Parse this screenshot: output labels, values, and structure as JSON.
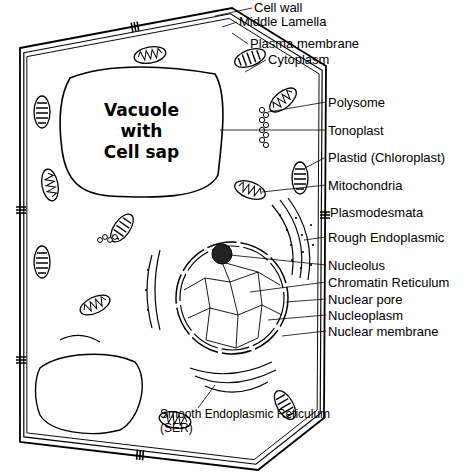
{
  "diagram": {
    "labels": [
      "Cell wall",
      "Middle Lamella",
      "Plasma membrane",
      "Cytoplasm",
      "Vacuole with Cell sap",
      "Polysome",
      "Tonoplast",
      "Plastid (Chloroplast)",
      "Mitochondria",
      "Plasmodesmata",
      "Rough Endoplasmic",
      "Nucleolus",
      "Chromatin Reticulum",
      "Nuclear pore",
      "Nucleoplasm",
      "Nuclear membrane",
      "Smooth Endoplasmic Reticulum (SER)"
    ]
  }
}
